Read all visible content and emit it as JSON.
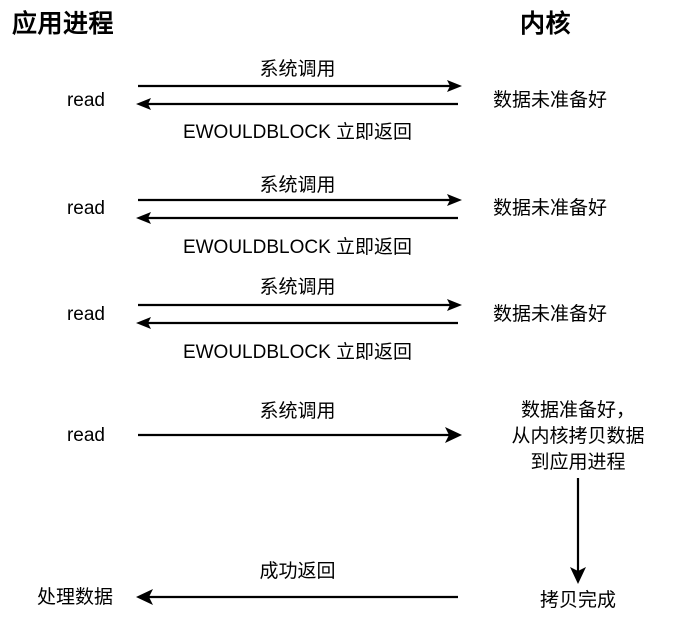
{
  "columns": {
    "app_title": "应用进程",
    "kernel_title": "内核"
  },
  "labels": {
    "read": "read",
    "syscall": "系统调用",
    "ewouldblock": "EWOULDBLOCK 立即返回",
    "data_not_ready": "数据未准备好",
    "success_return": "成功返回",
    "process_data": "处理数据",
    "copy_done": "拷贝完成",
    "data_ready_line1": "数据准备好，",
    "data_ready_line2": "从内核拷贝数据",
    "data_ready_line3": "到应用进程"
  },
  "steps": [
    {
      "index": 1,
      "caller": "read",
      "request": "系统调用",
      "response": "EWOULDBLOCK 立即返回",
      "kernel_state": "数据未准备好",
      "bidirectional": true
    },
    {
      "index": 2,
      "caller": "read",
      "request": "系统调用",
      "response": "EWOULDBLOCK 立即返回",
      "kernel_state": "数据未准备好",
      "bidirectional": true
    },
    {
      "index": 3,
      "caller": "read",
      "request": "系统调用",
      "response": "EWOULDBLOCK 立即返回",
      "kernel_state": "数据未准备好",
      "bidirectional": true
    },
    {
      "index": 4,
      "caller": "read",
      "request": "系统调用",
      "response": "",
      "kernel_state": "数据准备好，从内核拷贝数据到应用进程",
      "bidirectional": false
    },
    {
      "index": 5,
      "caller": "处理数据",
      "request": "",
      "response": "成功返回",
      "kernel_state": "拷贝完成",
      "bidirectional": false
    }
  ],
  "colors": {
    "background": "#ffffff",
    "stroke": "#000000",
    "text": "#000000"
  }
}
